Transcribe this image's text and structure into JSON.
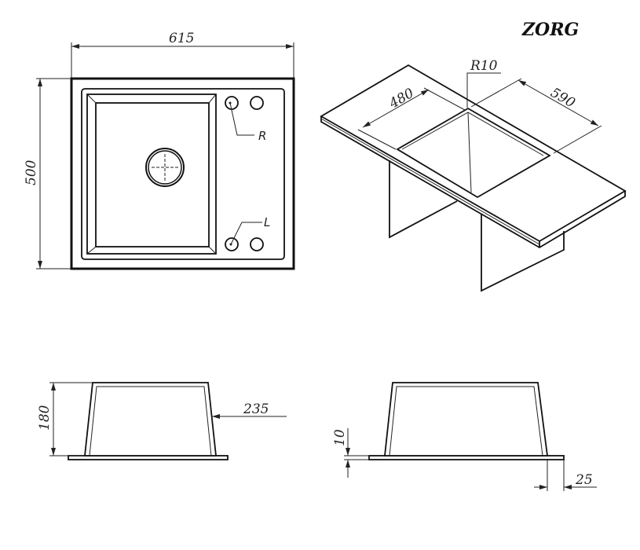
{
  "brand": "ZORG",
  "top_view": {
    "width_dim": "615",
    "height_dim": "500",
    "right_tap_label": "R",
    "left_tap_label": "L"
  },
  "iso_view": {
    "bowl_width_dim": "480",
    "bowl_length_dim": "590",
    "corner_radius": "R10"
  },
  "side_view_left": {
    "depth_dim": "180",
    "offset_dim": "235"
  },
  "side_view_right": {
    "rim_dim": "10",
    "overhang_dim": "25"
  }
}
